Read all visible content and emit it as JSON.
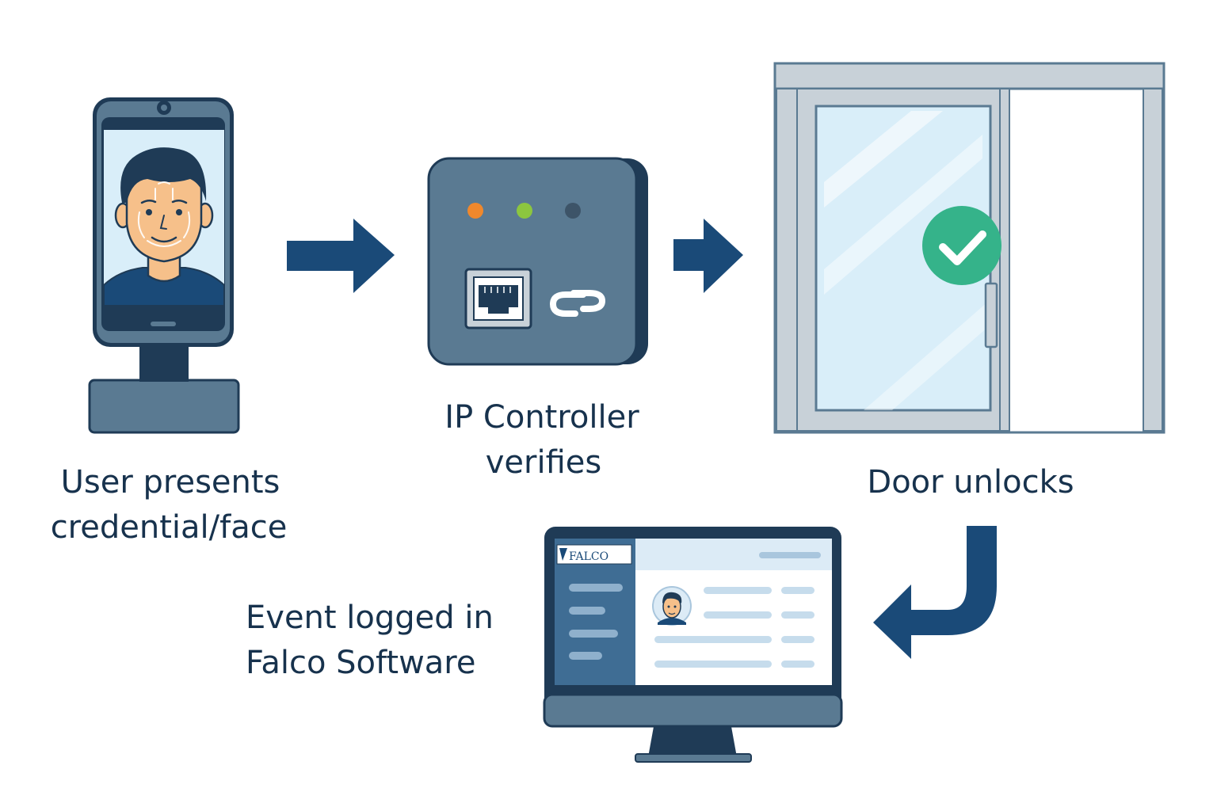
{
  "colors": {
    "navy": "#1a4a78",
    "dark_slate": "#1f3b56",
    "slate": "#5a7a92",
    "text": "#17324d",
    "led_orange": "#f0882c",
    "led_green": "#8cc63f",
    "led_off": "#3d5468",
    "check_green": "#35b38a",
    "glass": "#d9eef9",
    "frame": "#c8d1d8"
  },
  "labels": {
    "step1_line1": "User presents",
    "step1_line2": "credential/face",
    "step2_line1": "IP Controller",
    "step2_line2": "verifies",
    "step3_line1": "Door unlocks",
    "step4_line1": "Event logged in",
    "step4_line2": "Falco Software"
  },
  "software": {
    "logo_text": "FALCO"
  },
  "icons": {
    "terminal": "face-recognition-terminal-icon",
    "controller": "ip-controller-icon",
    "ethernet": "ethernet-port-icon",
    "link": "link-icon",
    "door": "glass-door-icon",
    "check": "checkmark-icon",
    "monitor": "monitor-icon",
    "arrow_right": "arrow-right-icon",
    "arrow_curved": "arrow-curved-left-icon"
  }
}
